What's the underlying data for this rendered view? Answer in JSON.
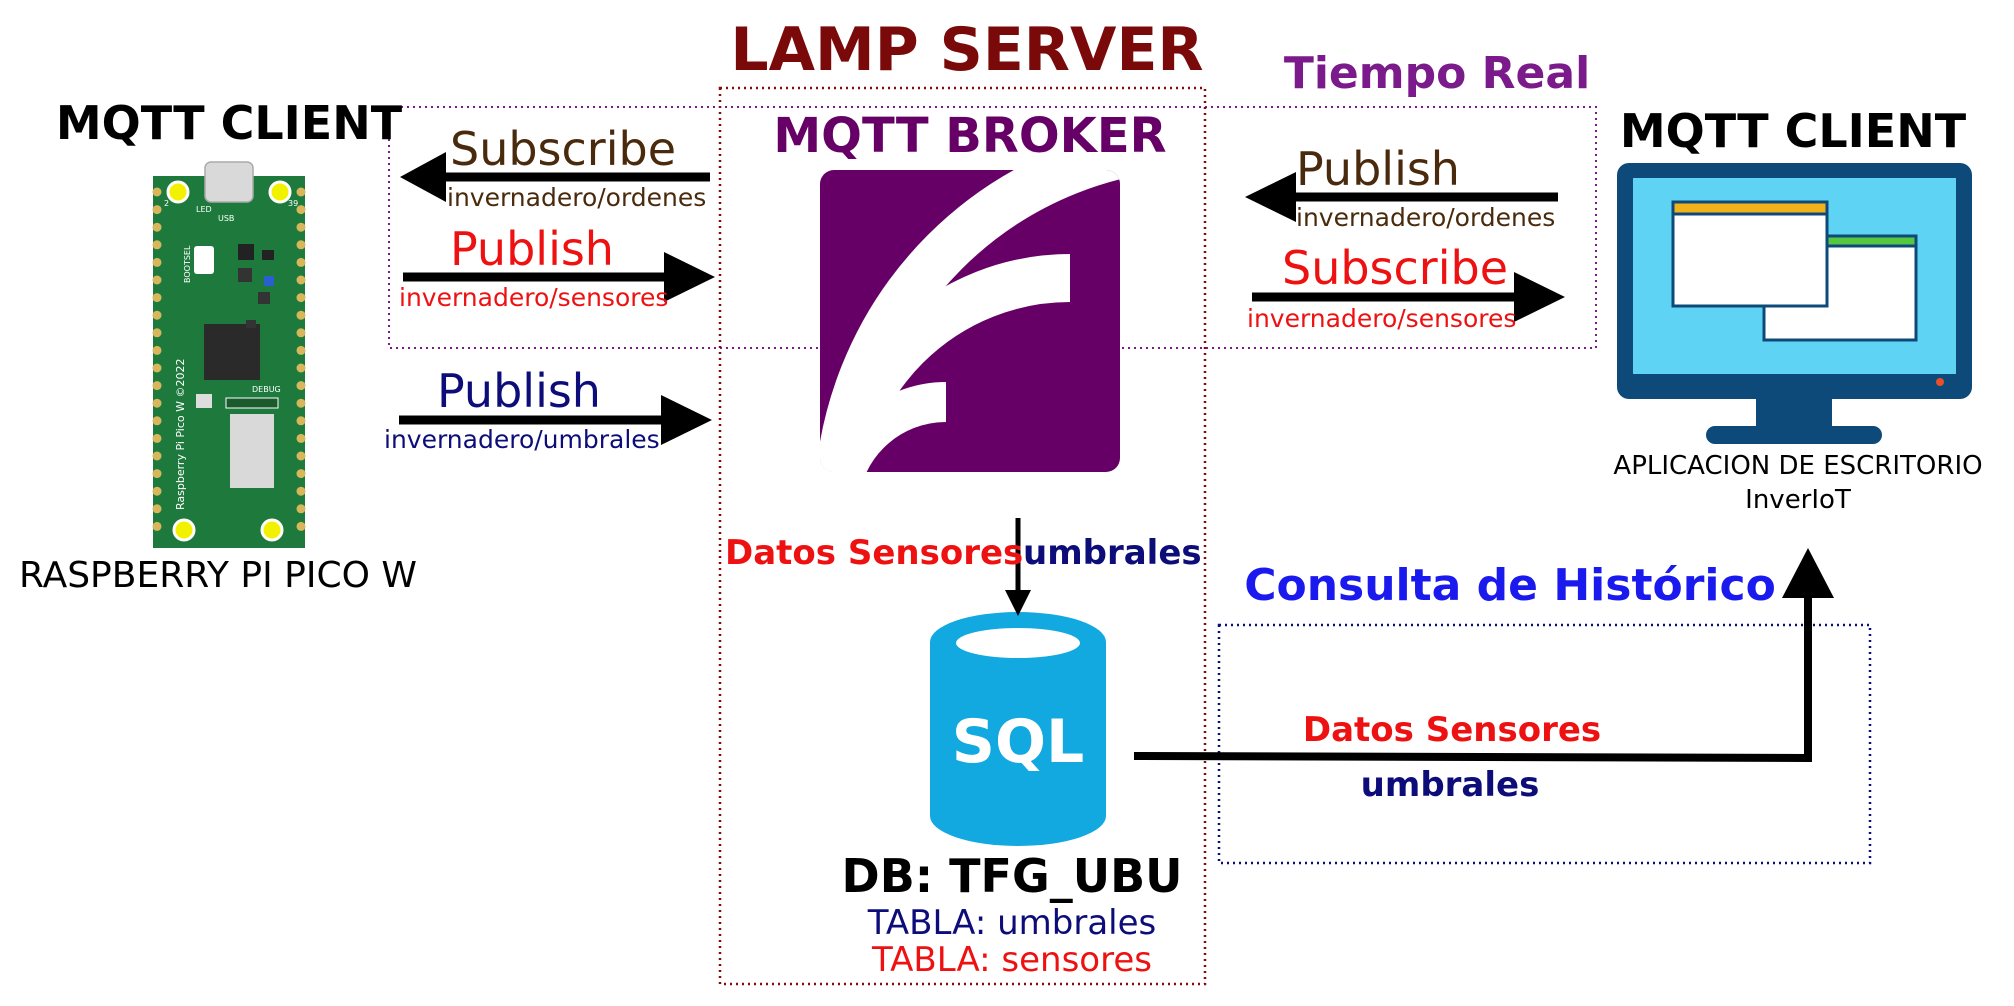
{
  "colors": {
    "title_dark_red": "#7a0a0a",
    "broker_purple": "#660066",
    "realtime_purple": "#7b1a8a",
    "brown": "#4a2a0c",
    "red": "#ee1111",
    "navy": "#0d0d7a",
    "blue": "#1a1aee",
    "sql_cyan": "#12a8e0",
    "monitor_frame": "#0d4a7a",
    "monitor_screen": "#5fd3f3",
    "pcb_green": "#1e7a3c"
  },
  "lamp": {
    "title": "LAMP  SERVER"
  },
  "broker": {
    "title": "MQTT BROKER",
    "icon": "wireless-broadcast-icon"
  },
  "left_client": {
    "title": "MQTT CLIENT",
    "device_label": "RASPBERRY PI PICO W",
    "icon": "raspberry-pi-pico-w-board",
    "board_print": {
      "led": "LED",
      "usb": "USB",
      "bootsel": "BOOTSEL",
      "debug": "DEBUG",
      "model": "Raspberry Pi Pico W ©2022",
      "pin_top_left": "2",
      "pin_top_right": "39"
    }
  },
  "right_client": {
    "title": "MQTT CLIENT",
    "app_line1": "APLICACION  DE  ESCRITORIO",
    "app_line2": "InverIoT",
    "icon": "desktop-monitor-icon"
  },
  "realtime": {
    "label": "Tiempo Real"
  },
  "left_flows": {
    "subscribe": {
      "action": "Subscribe",
      "topic": "invernadero/ordenes"
    },
    "publish_sensors": {
      "action": "Publish",
      "topic": "invernadero/sensores"
    },
    "publish_thresholds": {
      "action": "Publish",
      "topic": "invernadero/umbrales"
    }
  },
  "right_flows": {
    "publish": {
      "action": "Publish",
      "topic": "invernadero/ordenes"
    },
    "subscribe": {
      "action": "Subscribe",
      "topic": "invernadero/sensores"
    }
  },
  "storage_flow": {
    "sensors_label": "Datos Sensores",
    "thresholds_label": "umbrales"
  },
  "database": {
    "icon_text": "SQL",
    "name": "DB: TFG_UBU",
    "table_thresholds": "TABLA: umbrales",
    "table_sensors": "TABLA: sensores"
  },
  "history": {
    "title": "Consulta de Histórico",
    "sensors_label": "Datos Sensores",
    "thresholds_label": "umbrales"
  }
}
